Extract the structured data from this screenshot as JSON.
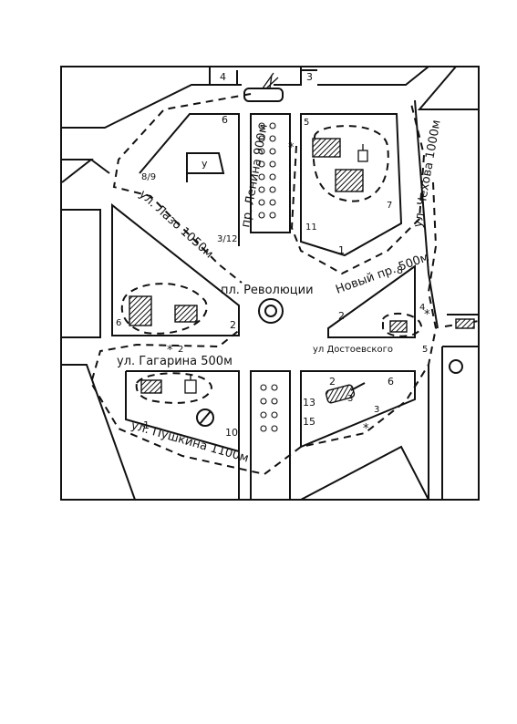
{
  "streets": {
    "lazo": "ул. Лазо 1050м",
    "lenina": "пр. Ленина 900м",
    "chekhova": "ул. Чехова 1000м",
    "revolution_square": "пл. Революции",
    "novy": "Новый пр. 500м",
    "dostoevsky": "ул Достоевского",
    "gagarina": "ул. Гагарина 500м",
    "pushkina": "ул. Пушкина 1100м"
  },
  "labels": {
    "top_left_4": "4",
    "top_right_3": "3",
    "block_6": "6",
    "flag_letter": "у",
    "block_8_9": "8/9",
    "block_3_12": "3/12",
    "block_5": "5",
    "block_7": "7",
    "block_11": "11",
    "block_1": "1",
    "block_2_right": "2",
    "block_8": "8",
    "block_5b": "5",
    "star_4": "4",
    "block_6_left": "6",
    "block_2_left": "2",
    "star_2": "2",
    "block_1_bottom": "1",
    "block_10": "10",
    "block_2_low": "2",
    "block_6_low": "6",
    "block_13": "13",
    "block_15": "15",
    "star_3": "3",
    "block_3_tank": "3"
  }
}
